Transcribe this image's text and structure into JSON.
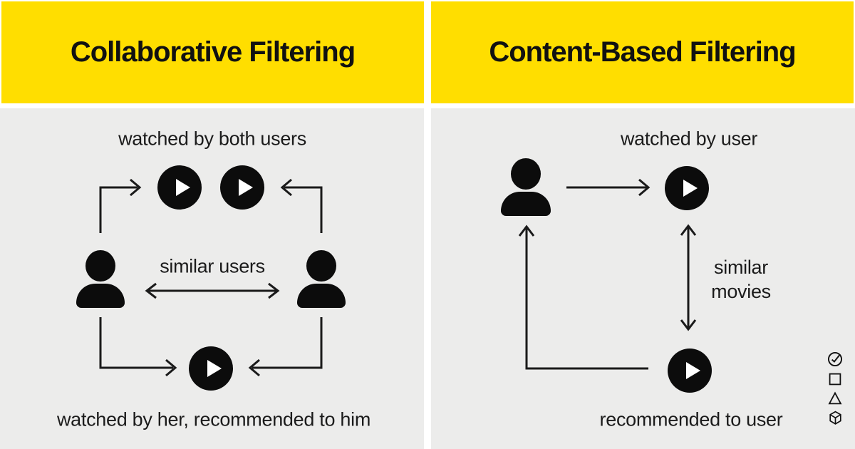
{
  "colors": {
    "header_bg": "#FFDE00",
    "panel_bg": "#ECECEB",
    "ink": "#111111",
    "icon_fill": "#0C0C0C"
  },
  "panels": {
    "left": {
      "title": "Collaborative Filtering",
      "label_top": "watched by both users",
      "label_middle": "similar users",
      "label_bottom": "watched by her, recommended to him",
      "icons": [
        "play-icon",
        "play-icon",
        "play-icon",
        "user-icon",
        "user-icon"
      ]
    },
    "right": {
      "title": "Content-Based Filtering",
      "label_top": "watched by user",
      "label_middle": "similar\nmovies",
      "label_bottom": "recommended to user",
      "icons": [
        "user-icon",
        "play-icon",
        "play-icon"
      ]
    }
  },
  "watermark": {
    "icons": [
      "check-circle-icon",
      "square-icon",
      "triangle-icon",
      "cube-icon"
    ]
  }
}
